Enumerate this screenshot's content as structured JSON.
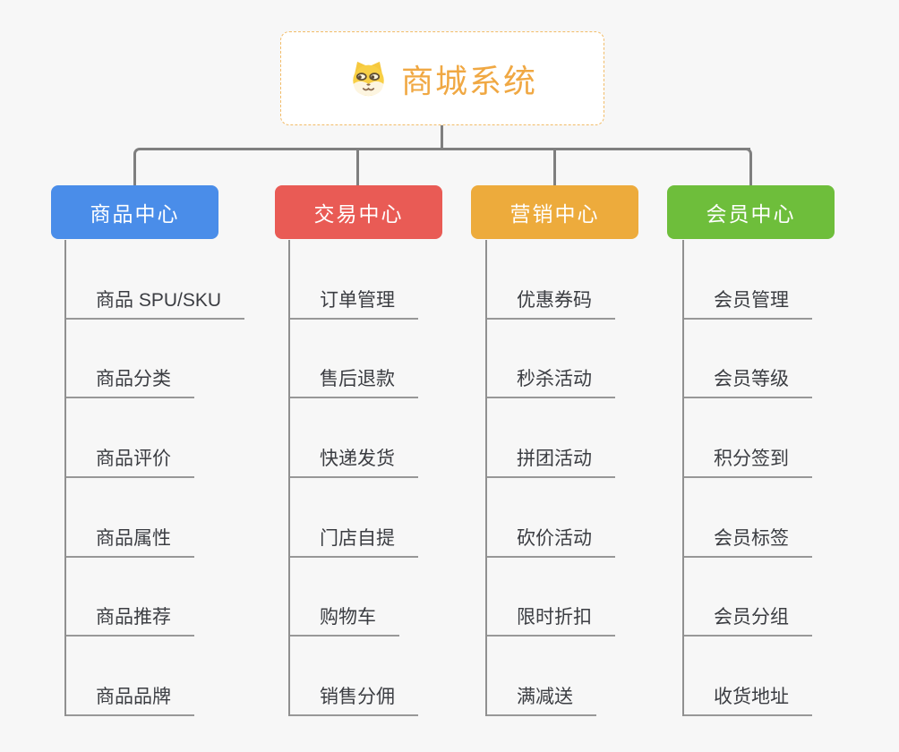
{
  "page": {
    "background": "#f7f7f7",
    "connector_color": "#7f7f7f"
  },
  "root": {
    "title": "商城系统",
    "icon": "dog-face-icon",
    "text_color": "#f0a843",
    "border_color": "#f2bc68"
  },
  "branches": [
    {
      "id": "product-center",
      "label": "商品中心",
      "color": "#4a8de9",
      "items": [
        "商品 SPU/SKU",
        "商品分类",
        "商品评价",
        "商品属性",
        "商品推荐",
        "商品品牌"
      ]
    },
    {
      "id": "trade-center",
      "label": "交易中心",
      "color": "#e95b55",
      "items": [
        "订单管理",
        "售后退款",
        "快递发货",
        "门店自提",
        "购物车",
        "销售分佣"
      ]
    },
    {
      "id": "marketing-center",
      "label": "营销中心",
      "color": "#edab3c",
      "items": [
        "优惠券码",
        "秒杀活动",
        "拼团活动",
        "砍价活动",
        "限时折扣",
        "满减送"
      ]
    },
    {
      "id": "member-center",
      "label": "会员中心",
      "color": "#6ebe3b",
      "items": [
        "会员管理",
        "会员等级",
        "积分签到",
        "会员标签",
        "会员分组",
        "收货地址"
      ]
    }
  ]
}
